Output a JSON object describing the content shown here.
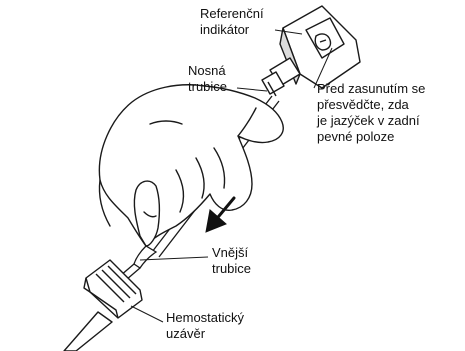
{
  "colors": {
    "line": "#1a1a1a",
    "fill": "#ffffff",
    "shade": "#dcdcdc",
    "text": "#111111"
  },
  "labels": {
    "reference_indicator": [
      "Referenční",
      "indikátor"
    ],
    "carrier_tube": [
      "Nosná",
      "trubice"
    ],
    "instruction": [
      "Před zasunutím se",
      "přesvědčte, zda",
      "je jazýček v zadní",
      "pevné poloze"
    ],
    "outer_tube": [
      "Vnější",
      "trubice"
    ],
    "hemostatic_cap": [
      "Hemostatický",
      "uzávěr"
    ]
  },
  "icons": {
    "direction_arrow": "arrow-down-left-icon"
  }
}
